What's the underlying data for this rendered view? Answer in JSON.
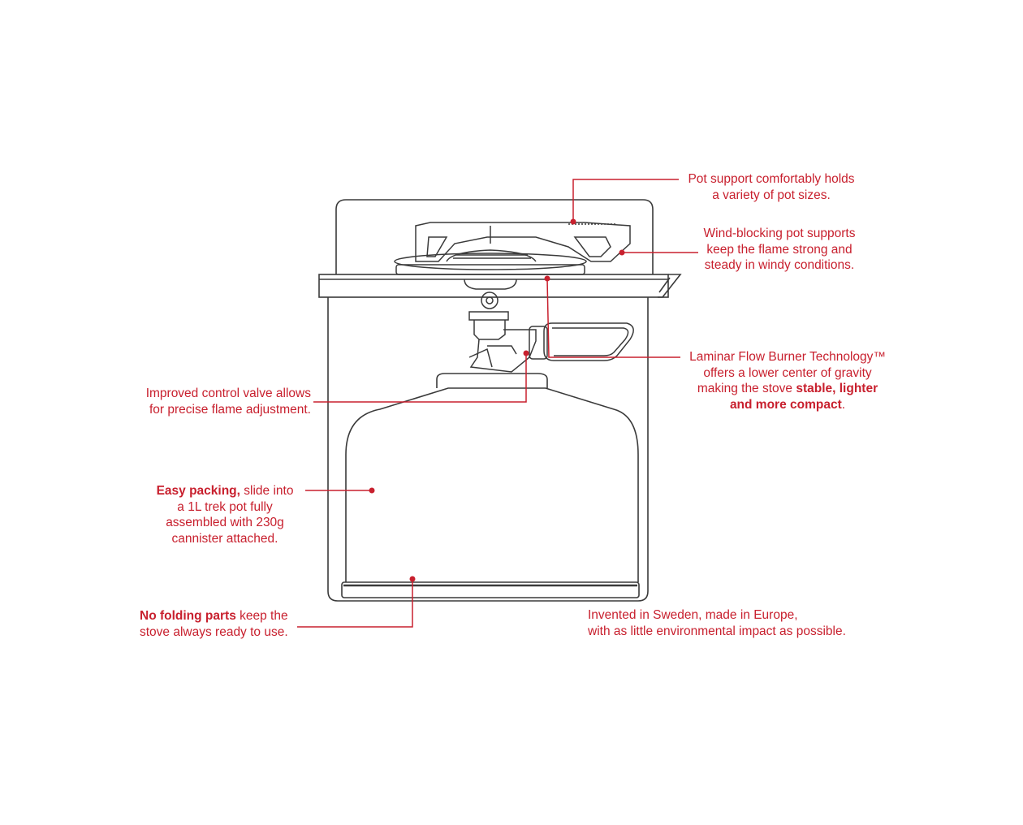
{
  "colors": {
    "accent": "#c8202e",
    "drawing": "#3a3a3a",
    "background": "#ffffff"
  },
  "callouts": {
    "pot_support": {
      "line1": "Pot support comfortably holds",
      "line2": "a variety of pot sizes."
    },
    "wind_blocking": {
      "line1": "Wind-blocking pot supports",
      "line2": "keep the flame strong and",
      "line3": "steady in windy conditions."
    },
    "laminar_flow": {
      "line1": "Laminar Flow Burner Technology™",
      "line2": "offers a lower center of gravity",
      "line3_normal": "making the stove ",
      "line3_bold": "stable, lighter",
      "line4_bold": "and more compact",
      "line4_end": "."
    },
    "control_valve": {
      "line1": "Improved control valve allows",
      "line2": "for precise flame adjustment."
    },
    "easy_packing": {
      "line1_bold": "Easy packing,",
      "line1_normal": " slide into",
      "line2": "a 1L trek pot fully",
      "line3": "assembled with 230g",
      "line4": "cannister attached."
    },
    "no_folding": {
      "line1_bold": "No folding parts",
      "line1_normal": " keep the",
      "line2": "stove always ready to use."
    },
    "invented": {
      "line1": "Invented in Sweden, made in Europe,",
      "line2": "with as little environmental impact as possible."
    }
  }
}
